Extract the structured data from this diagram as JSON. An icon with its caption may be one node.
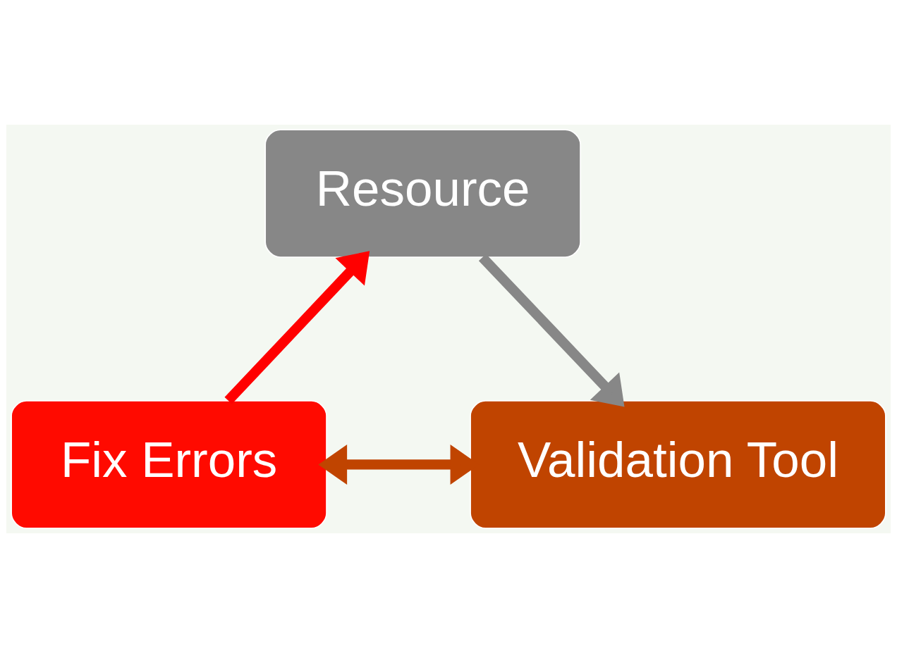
{
  "diagram": {
    "nodes": [
      {
        "text": [
          "Resource"
        ]
      },
      {
        "text": [
          "Validation Tool"
        ]
      },
      {
        "text": [
          "Fix Errors"
        ]
      }
    ],
    "edges": [
      {
        "from": 0,
        "to": 1,
        "arrow": "to",
        "color": "#878787"
      },
      {
        "from": 2,
        "to": 0,
        "arrow": "to",
        "color": "#ff0000"
      },
      {
        "from": 2,
        "to": 1,
        "arrow": "both",
        "color": "#c04400"
      }
    ]
  }
}
